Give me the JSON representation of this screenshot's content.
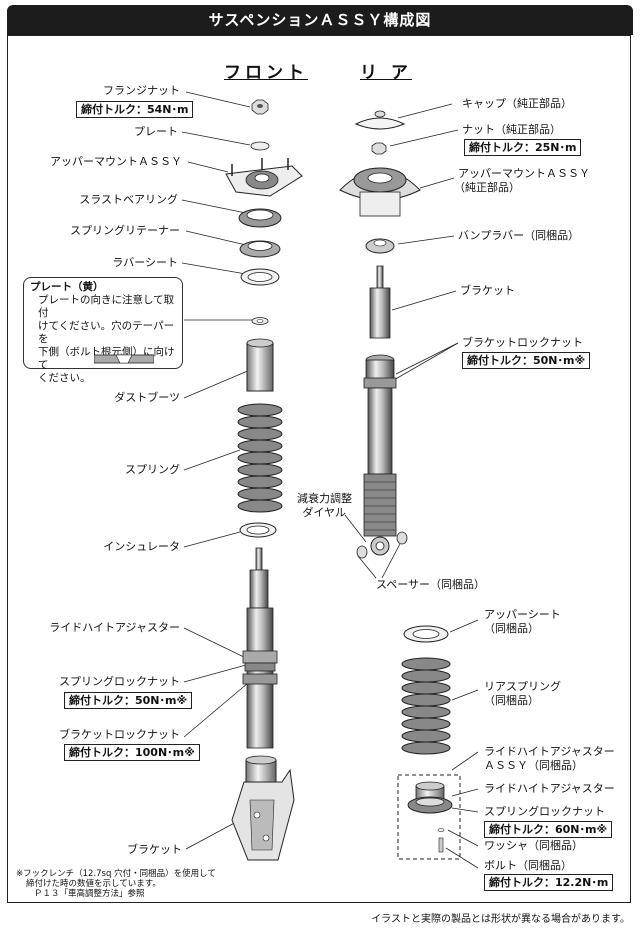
{
  "title": "サスペンションＡＳＳＹ構成図",
  "headings": {
    "front": "フロント",
    "rear": "リ ア"
  },
  "front": {
    "flange_nut": "フランジナット",
    "flange_nut_torque": "締付トルク：54N･m",
    "plate": "プレート",
    "upper_mount": "アッパーマウントＡＳＳＹ",
    "thrust_bearing": "スラストベアリング",
    "spring_retainer": "スプリングリテーナー",
    "rubber_seat": "ラバーシート",
    "dust_boot": "ダストブーツ",
    "spring": "スプリング",
    "insulator": "インシュレータ",
    "ride_height_adjuster": "ライドハイトアジャスター",
    "spring_lock_nut": "スプリングロックナット",
    "spring_lock_nut_torque": "締付トルク：50N･m※",
    "bracket_lock_nut": "ブラケットロックナット",
    "bracket_lock_nut_torque": "締付トルク：100N･m※",
    "bracket": "ブラケット"
  },
  "note": {
    "title": "プレート（黄）",
    "line1": "プレートの向きに注意して取付",
    "line2": "けてください。穴のテーパーを",
    "line3": "下側（ボルト根元側）に向けて",
    "line4": "ください。"
  },
  "rear": {
    "cap": "キャップ（純正部品）",
    "nut": "ナット（純正部品）",
    "nut_torque": "締付トルク：25N･m",
    "upper_mount_line1": "アッパーマウントＡＳＳＹ",
    "upper_mount_line2": "（純正部品）",
    "bump_rubber": "バンプラバー（同梱品）",
    "bracket": "ブラケット",
    "bracket_lock_nut": "ブラケットロックナット",
    "bracket_lock_nut_torque": "締付トルク：50N･m※",
    "damping_line1": "減衰力調整",
    "damping_line2": "ダイヤル",
    "spacer": "スペーサー（同梱品）",
    "upper_seat_line1": "アッパーシート",
    "upper_seat_line2": "（同梱品）",
    "rear_spring_line1": "リアスプリング",
    "rear_spring_line2": "（同梱品）",
    "rha_assy_line1": "ライドハイトアジャスター",
    "rha_assy_line2": "ＡＳＳＹ（同梱品）",
    "rha": "ライドハイトアジャスター",
    "spring_lock_nut": "スプリングロックナット",
    "spring_lock_nut_torque": "締付トルク：60N･m※",
    "washer": "ワッシャ（同梱品）",
    "bolt": "ボルト（同梱品）",
    "bolt_torque": "締付トルク：12.2N･m"
  },
  "footnote": {
    "line1": "※フックレンチ（12.7sq 穴付・同梱品）を使用して",
    "line2": "締付けた時の数値を示しています。",
    "line3": "Ｐ１３「車高調整方法」参照"
  },
  "footer": "イラストと実際の製品とは形状が異なる場合があります。"
}
